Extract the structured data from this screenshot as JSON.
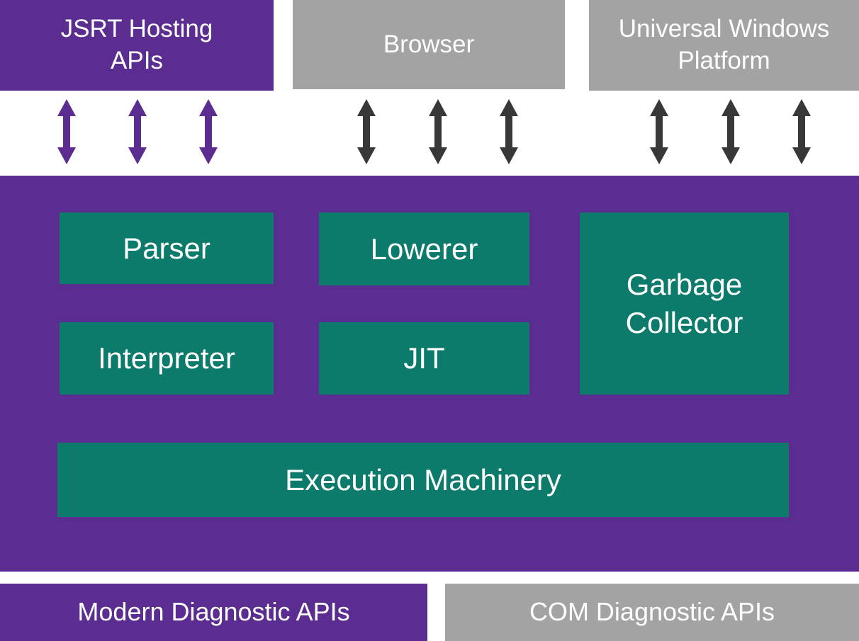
{
  "colors": {
    "purple": "#5C2D91",
    "gray": "#A3A3A3",
    "teal": "#0D7B6B",
    "arrow_dark": "#383838",
    "text": "#FFFFFF",
    "background": "#FFFFFF"
  },
  "top_row": [
    {
      "label": "JSRT Hosting APIs"
    },
    {
      "label": "Browser"
    },
    {
      "label": "Universal Windows Platform"
    }
  ],
  "engine_core": {
    "parser": "Parser",
    "lowerer": "Lowerer",
    "garbage_collector": "Garbage Collector",
    "interpreter": "Interpreter",
    "jit": "JIT",
    "execution_machinery": "Execution Machinery"
  },
  "bottom_row": [
    {
      "label": "Modern Diagnostic APIs"
    },
    {
      "label": "COM Diagnostic APIs"
    }
  ],
  "icons": {
    "connector": "double-headed-vertical-arrow"
  }
}
